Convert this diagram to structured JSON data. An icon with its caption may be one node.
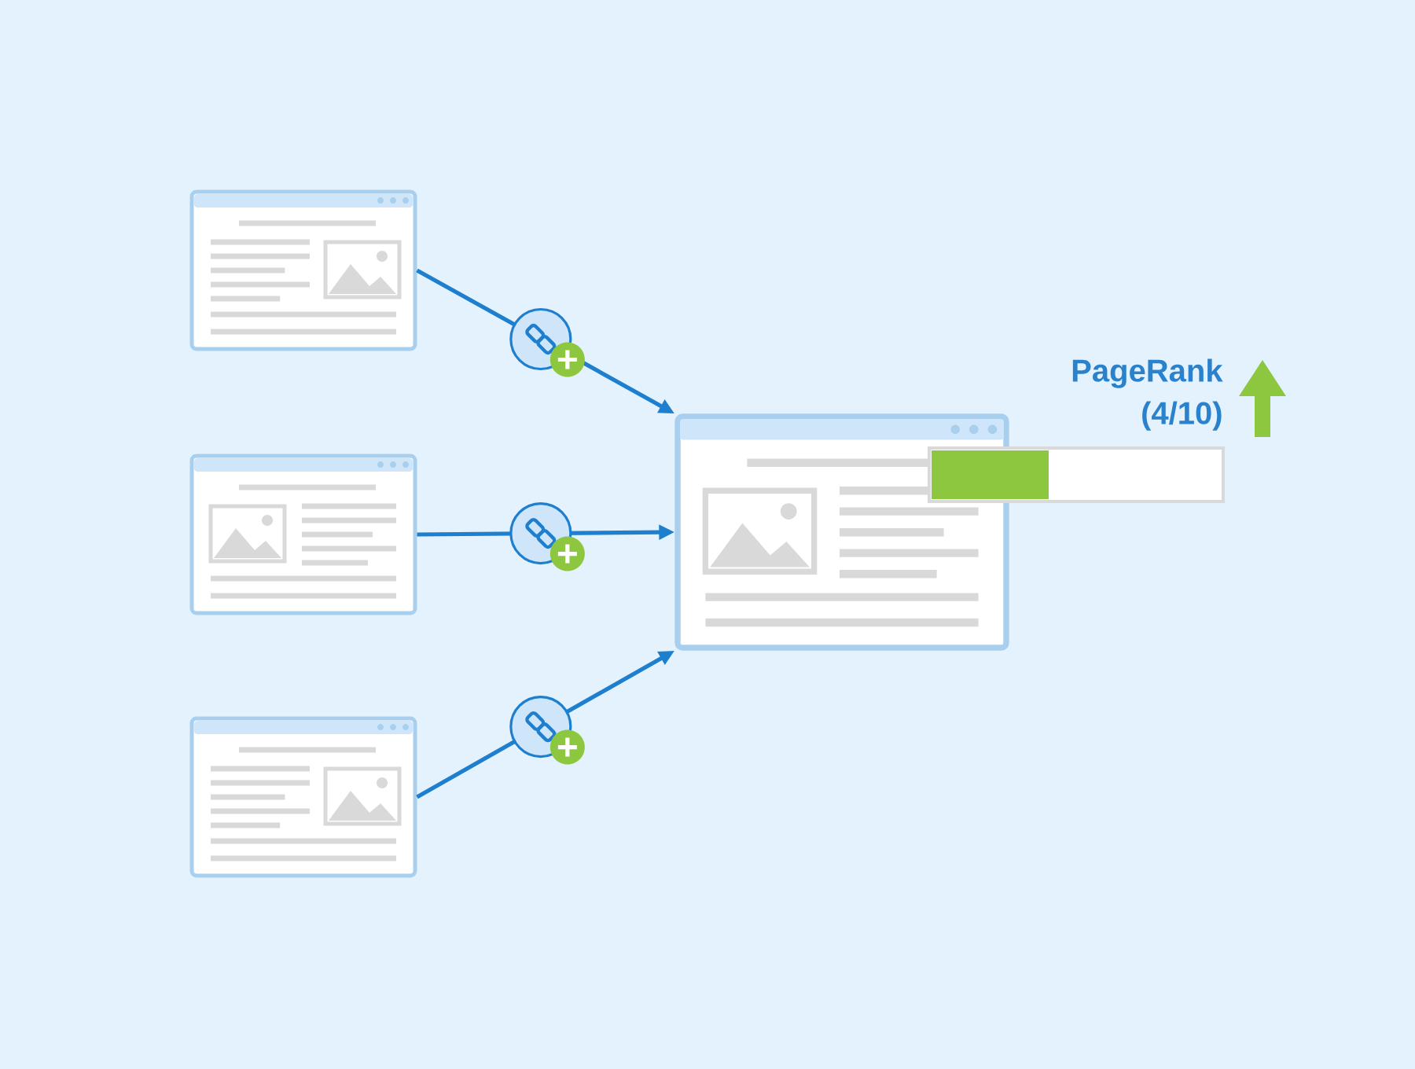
{
  "diagram": {
    "nodes": [
      {
        "text": [],
        "shape": "picture"
      },
      {
        "text": [],
        "shape": "picture"
      },
      {
        "text": [],
        "shape": "picture"
      },
      {
        "text": [],
        "shape": "picture"
      }
    ],
    "edges": [
      {
        "from": 0,
        "to": 3,
        "arrow": "to"
      },
      {
        "from": 1,
        "to": 3,
        "arrow": "to"
      },
      {
        "from": 2,
        "to": 3,
        "arrow": "to"
      }
    ],
    "labels": [
      "PageRank (4/10)"
    ]
  }
}
